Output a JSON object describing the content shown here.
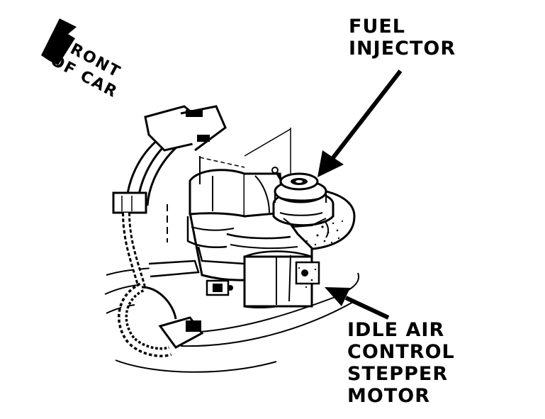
{
  "labels": {
    "front_line1": "FRONT",
    "front_line2": "OF CAR",
    "fuel_line1": "FUEL",
    "fuel_line2": "INJECTOR",
    "iac_line1": "IDLE AIR",
    "iac_line2": "CONTROL",
    "iac_line3": "STEPPER",
    "iac_line4": "MOTOR"
  },
  "colors": {
    "ink": "#000000",
    "paper": "#ffffff"
  }
}
